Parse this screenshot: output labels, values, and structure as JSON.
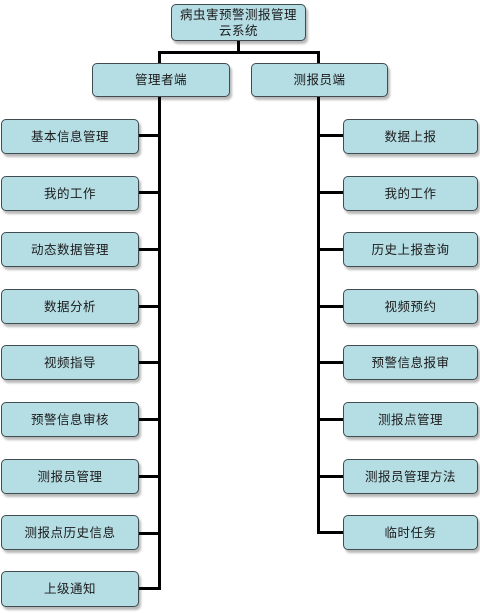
{
  "root": {
    "line1": "病虫害预警测报管理",
    "line2": "云系统"
  },
  "admin": {
    "title": "管理者端",
    "items": [
      "基本信息管理",
      "我的工作",
      "动态数据管理",
      "数据分析",
      "视频指导",
      "预警信息审核",
      "测报员管理",
      "测报点历史信息",
      "上级通知"
    ]
  },
  "reporter": {
    "title": "测报员端",
    "items": [
      "数据上报",
      "我的工作",
      "历史上报查询",
      "视频预约",
      "预警信息报审",
      "测报点管理",
      "测报员管理方法",
      "临时任务"
    ]
  },
  "colors": {
    "node_fill": "#b5dde4",
    "node_border": "#3f4c50",
    "connector": "#000000"
  }
}
